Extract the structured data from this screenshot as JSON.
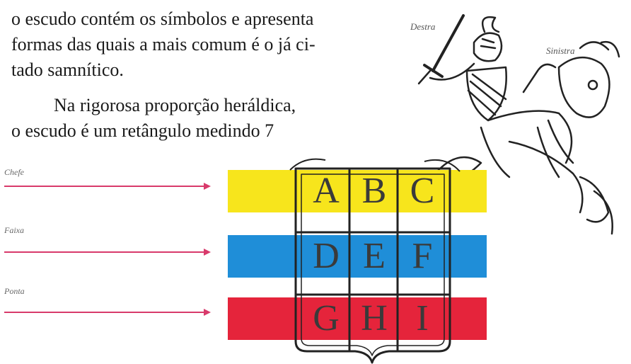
{
  "text": {
    "line1": "o escudo contém os símbolos e apresenta",
    "line2": "formas das quais a mais comum é o já ci-",
    "line3": "tado samnítico.",
    "line4": "Na rigorosa proporção heráldica,",
    "line5": "o escudo é um retângulo medindo 7"
  },
  "figure": {
    "knight_labels": {
      "destra": "Destra",
      "sinistra": "Sinistra"
    },
    "bands": [
      {
        "label": "Chefe",
        "color": "#f7e51c"
      },
      {
        "label": "Faixa",
        "color": "#1f8ed8"
      },
      {
        "label": "Ponta",
        "color": "#e5243b"
      }
    ],
    "letters": [
      "A",
      "B",
      "C",
      "D",
      "E",
      "F",
      "G",
      "H",
      "I"
    ],
    "arrow_color": "#d83a6b"
  }
}
